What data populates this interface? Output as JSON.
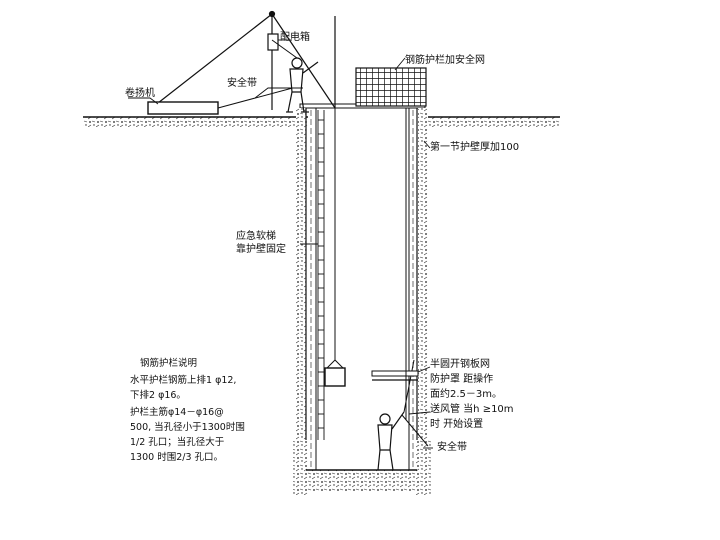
{
  "labels": {
    "distribution_box": "配电箱",
    "rebar_guard_net": "钢筋护栏加安全网",
    "winch": "卷扬机",
    "safety_belt_top": "安全带",
    "first_ring_wall": "第一节护壁厚加100",
    "emergency_ladder_l1": "应急软梯",
    "emergency_ladder_l2": "靠护壁固定",
    "half_circle_l1": "半圆开钢板网",
    "half_circle_l2": "防护罩 距操作",
    "half_circle_l3": "面约2.5－3m。",
    "air_pipe_l1": "送风管  当h ≥10m",
    "air_pipe_l2": "时  开始设置",
    "safety_belt_bottom": "安全带"
  },
  "notes": {
    "title": "钢筋护栏说明",
    "line1": "水平护栏钢筋上排1 φ12,",
    "line2": "下排2 φ16。",
    "line3": "护栏主筋φ14－φ16@",
    "line4": "500, 当孔径小于1300时围",
    "line5": "1/2 孔口；当孔径大于",
    "line6": "1300 时围2/3 孔口。"
  }
}
